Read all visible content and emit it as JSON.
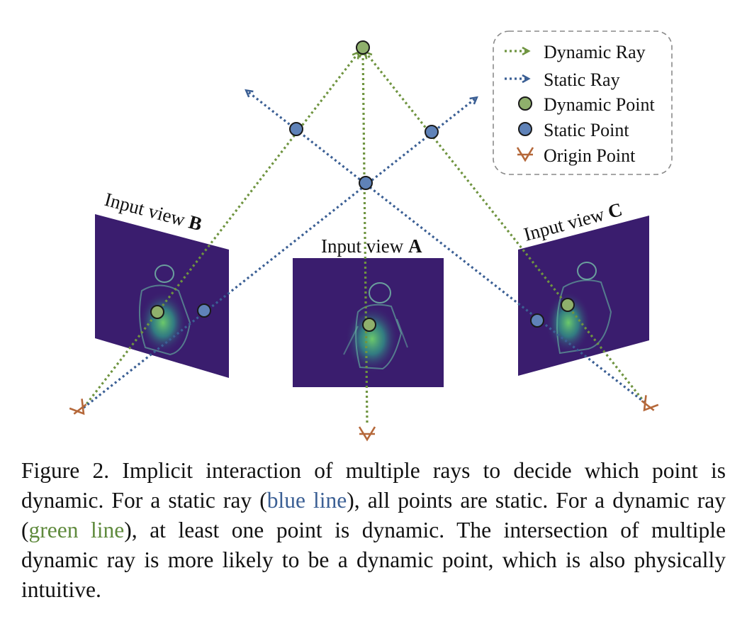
{
  "colors": {
    "dynamic": "#6f9440",
    "static": "#3b5f94",
    "origin": "#b5683a",
    "view_bg": "#3a1d6e"
  },
  "views": {
    "a": {
      "label": "Input view ",
      "letter": "A"
    },
    "b": {
      "label": "Input view ",
      "letter": "B"
    },
    "c": {
      "label": "Input view ",
      "letter": "C"
    }
  },
  "legend": {
    "dynamic_ray": "Dynamic Ray",
    "static_ray": "Static Ray",
    "dynamic_point": "Dynamic Point",
    "static_point": "Static Point",
    "origin_point": "Origin Point"
  },
  "icons": {
    "origin": "origin-point-icon",
    "dynamic_point": "dynamic-point-icon",
    "static_point": "static-point-icon"
  },
  "caption": {
    "part1": "Figure 2.  Implicit interaction of multiple rays to decide which point is dynamic. For a static ray (",
    "blue": "blue line",
    "part2": "), all points are static. For a dynamic ray (",
    "green": "green line",
    "part3": "), at least one point is dynamic. The intersection of multiple dynamic ray is more likely to be a dynamic point, which is also physically intuitive."
  }
}
